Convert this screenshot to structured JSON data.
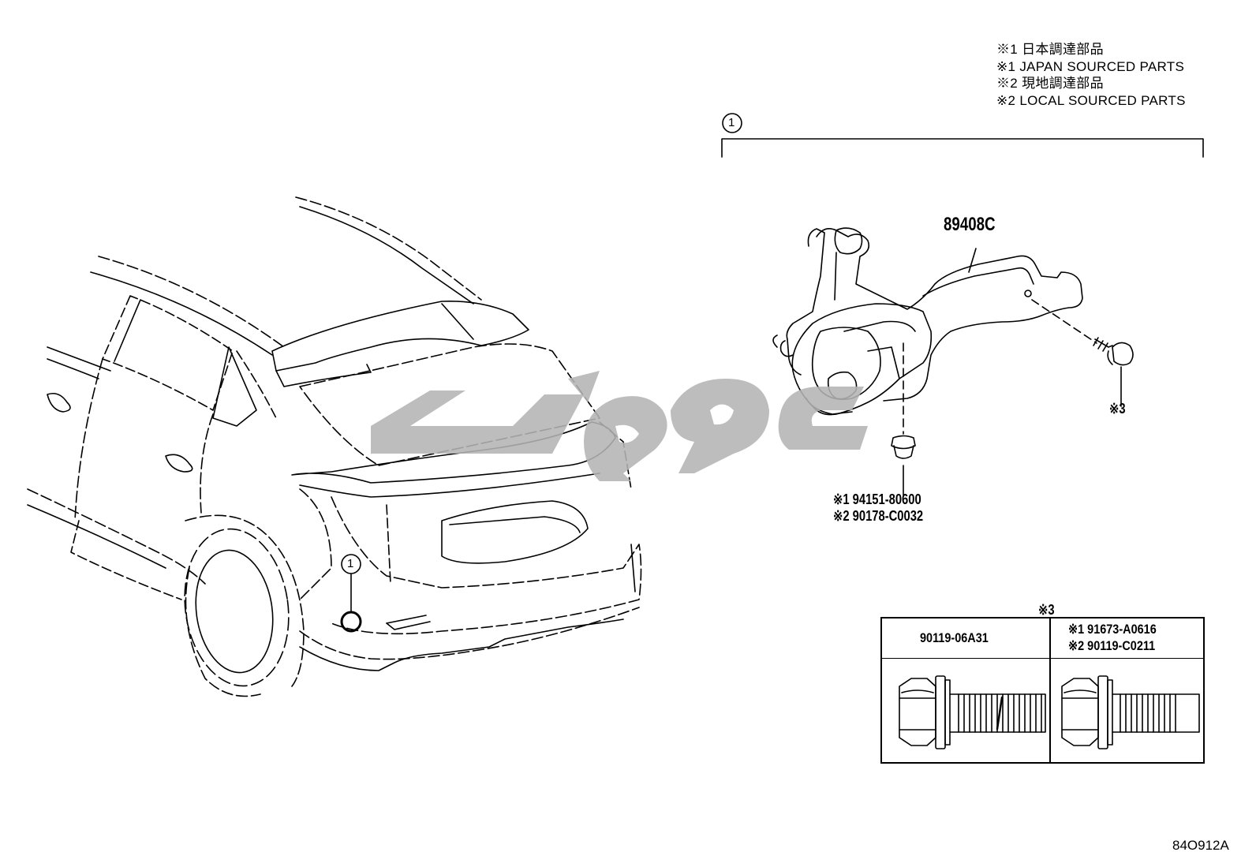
{
  "legend": {
    "line1": "※1 日本調達部品",
    "line2": "※1 JAPAN SOURCED PARTS",
    "line3": "※2 現地調達部品",
    "line4": "※2 LOCAL SOURCED PARTS"
  },
  "callout": {
    "group_ref": "1",
    "vehicle_ref": "1"
  },
  "parts": {
    "main_part": "89408C",
    "bolt_note": "※3",
    "nut_line1": "※1 94151-80600",
    "nut_line2": "※2 90178-C0032"
  },
  "bolt_table": {
    "title": "※3",
    "col1_part": "90119-06A31",
    "col2_line1": "※1 91673-A0616",
    "col2_line2": "※2 90119-C0211"
  },
  "watermark": "ئیگوکد",
  "figure_code": "84O912A"
}
